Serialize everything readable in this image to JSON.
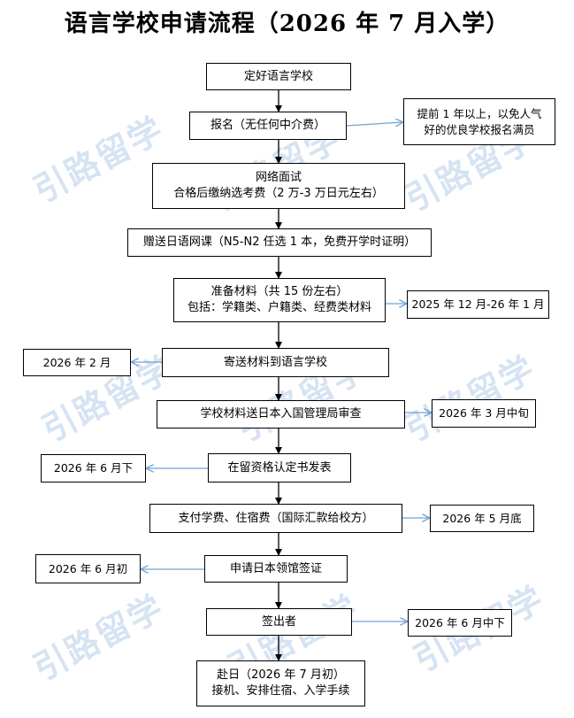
{
  "title": "语言学校申请流程（2026 年 7 月入学）",
  "watermark": "引路留学",
  "steps": [
    {
      "lines": [
        "定好语言学校"
      ]
    },
    {
      "lines": [
        "报名（无任何中介费）"
      ]
    },
    {
      "lines": [
        "网络面试",
        "合格后缴纳选考费（2 万-3 万日元左右）"
      ]
    },
    {
      "lines": [
        "赠送日语网课（N5-N2 任选 1 本，免费开学时证明）"
      ]
    },
    {
      "lines": [
        "准备材料（共 15 份左右）",
        "包括：学籍类、户籍类、经费类材料"
      ]
    },
    {
      "lines": [
        "寄送材料到语言学校"
      ]
    },
    {
      "lines": [
        "学校材料送日本入国管理局审查"
      ]
    },
    {
      "lines": [
        "在留资格认定书发表"
      ]
    },
    {
      "lines": [
        "支付学费、住宿费（国际汇款给校方）"
      ]
    },
    {
      "lines": [
        "申请日本领馆签证"
      ]
    },
    {
      "lines": [
        "签出者"
      ]
    },
    {
      "lines": [
        "赴日（2026 年 7 月初）",
        "接机、安排住宿、入学手续"
      ]
    }
  ],
  "notes": [
    {
      "lines": [
        "提前 1 年以上，以免人气",
        "好的优良学校报名满员"
      ]
    },
    {
      "lines": [
        "2025 年 12 月-26 年 1 月"
      ]
    },
    {
      "lines": [
        "2026 年 2 月"
      ]
    },
    {
      "lines": [
        "2026 年 3 月中旬"
      ]
    },
    {
      "lines": [
        "2026 年 6 月下"
      ]
    },
    {
      "lines": [
        "2026 年 5 月底"
      ]
    },
    {
      "lines": [
        "2026 年 6 月初"
      ]
    },
    {
      "lines": [
        "2026 年 6 月中下"
      ]
    }
  ],
  "colors": {
    "arrow_main": "#000000",
    "arrow_side": "#6fa3d6",
    "watermark": "#d6e3f2"
  }
}
